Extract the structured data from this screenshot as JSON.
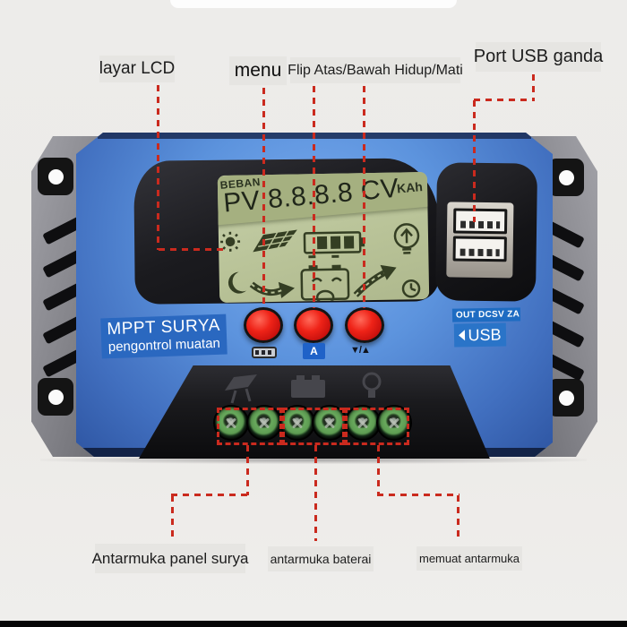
{
  "page": {
    "background": "#eceae7",
    "accent_line_color": "#ca2a1e"
  },
  "annotations": {
    "top": [
      {
        "text": "layar LCD"
      },
      {
        "text": "menu"
      },
      {
        "text": "Flip Atas/Bawah Hidup/Mati"
      },
      {
        "text": "Port USB ganda"
      }
    ],
    "bottom": [
      {
        "text": "Antarmuka panel surya"
      },
      {
        "text": "antarmuka baterai"
      },
      {
        "text": "memuat antarmuka"
      }
    ]
  },
  "device": {
    "lcd": {
      "load_indicator": "BEBAN",
      "reading": "PV 8.8.8.8 CV",
      "unit": "KAh",
      "icons": [
        "sun-icon",
        "solar-panel-icon",
        "battery-gauge-icon",
        "bulb-output-icon",
        "moon-icon",
        "flow-arrow-icon",
        "battery-smiley-icon",
        "charge-arrow-icon",
        "timer-icon"
      ]
    },
    "brand": {
      "line1": "MPPT SURYA",
      "line2": "pengontrol muatan"
    },
    "usb_out": {
      "spec": "OUT DCSV ZA",
      "port": "USB"
    },
    "buttons": {
      "left_icon": "battery-mode-icon",
      "middle_label": "A",
      "right_label": "▼/▲"
    },
    "terminal_icons": [
      "solar-panel-icon",
      "battery-icon",
      "bulb-icon"
    ],
    "colors": {
      "body_blue": "#4a7ecf",
      "bracket_gray": "#84848a",
      "button_red": "#e41d1a",
      "lcd_green": "#b9c398",
      "lcd_band_green": "#a5b080",
      "label_blue": "#2a68c0",
      "terminal_green": "#68a85c"
    }
  }
}
